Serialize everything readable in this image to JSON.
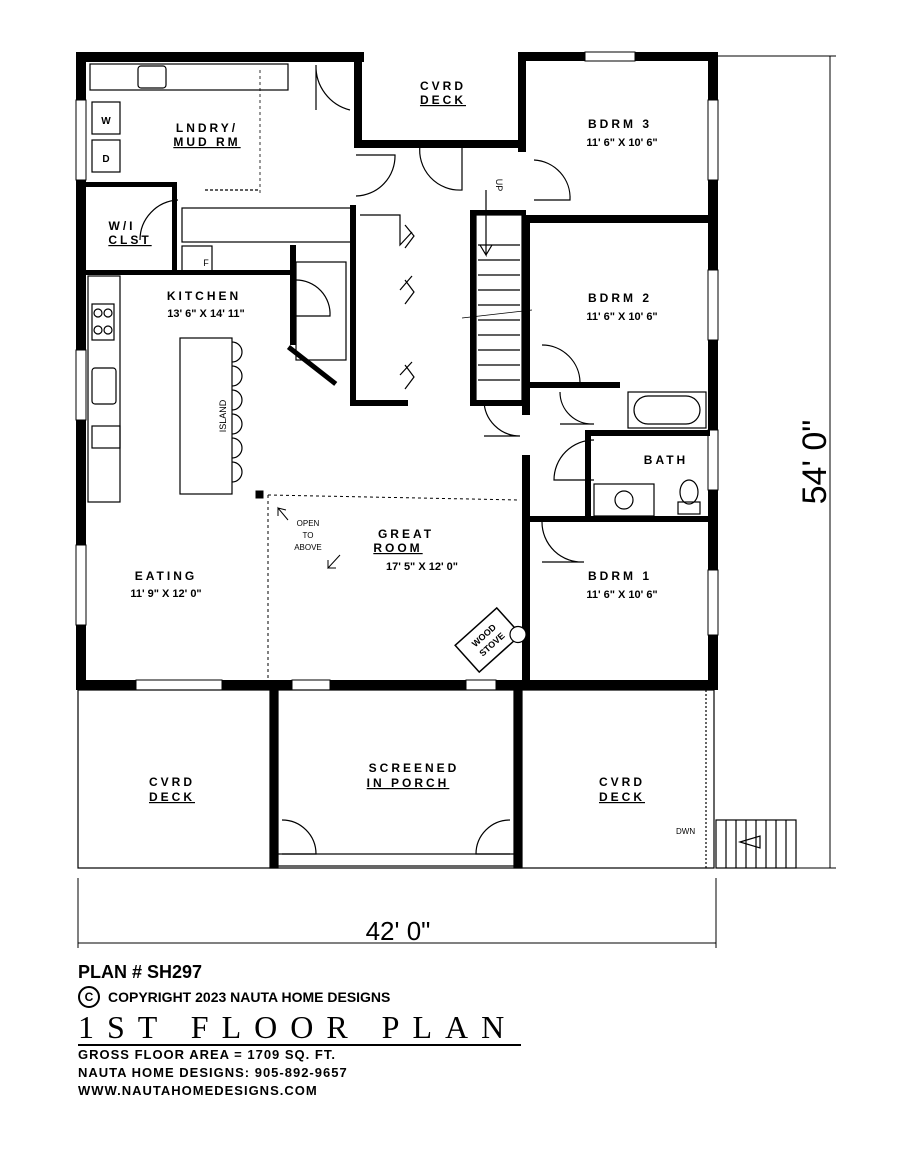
{
  "plan": {
    "rooms": {
      "cvrd_deck_top": [
        "CVRD",
        "DECK"
      ],
      "bdrm3": [
        "BDRM 3",
        "11' 6\" X 10' 6\""
      ],
      "lndry": [
        "LNDRY/",
        "MUD RM"
      ],
      "wi_clst": [
        "W/I",
        "CLST"
      ],
      "kitchen": [
        "KITCHEN",
        "13' 6\" X 14' 11\""
      ],
      "bdrm2": [
        "BDRM 2",
        "11' 6\" X 10' 6\""
      ],
      "bath": "BATH",
      "great_room": [
        "GREAT",
        "ROOM",
        "17' 5\" X 12' 0\""
      ],
      "eating": [
        "EATING",
        "11' 9\" X 12' 0\""
      ],
      "bdrm1": [
        "BDRM 1",
        "11' 6\" X 10' 6\""
      ],
      "cvrd_deck_left": [
        "CVRD",
        "DECK"
      ],
      "screened": [
        "SCREENED",
        "IN PORCH"
      ],
      "cvrd_deck_right": [
        "CVRD",
        "DECK"
      ]
    },
    "fixtures": {
      "washer": "W",
      "dryer": "D",
      "fridge": "F",
      "island": "ISLAND",
      "wood_stove": [
        "WOOD",
        "STOVE"
      ],
      "up": "UP",
      "dwn": "DWN",
      "open_to_above": [
        "OPEN",
        "TO",
        "ABOVE"
      ]
    },
    "dimensions": {
      "width": "42' 0\"",
      "depth": "54' 0\""
    }
  },
  "title_block": {
    "plan_number": "PLAN # SH297",
    "copyright_symbol": "C",
    "copyright": "COPYRIGHT 2023 NAUTA HOME DESIGNS",
    "title": "1ST FLOOR PLAN",
    "gross_area": "GROSS  FLOOR AREA  =  1709  SQ. FT.",
    "phone": "NAUTA HOME DESIGNS:  905-892-9657",
    "website": "WWW.NAUTAHOMEDESIGNS.COM"
  }
}
